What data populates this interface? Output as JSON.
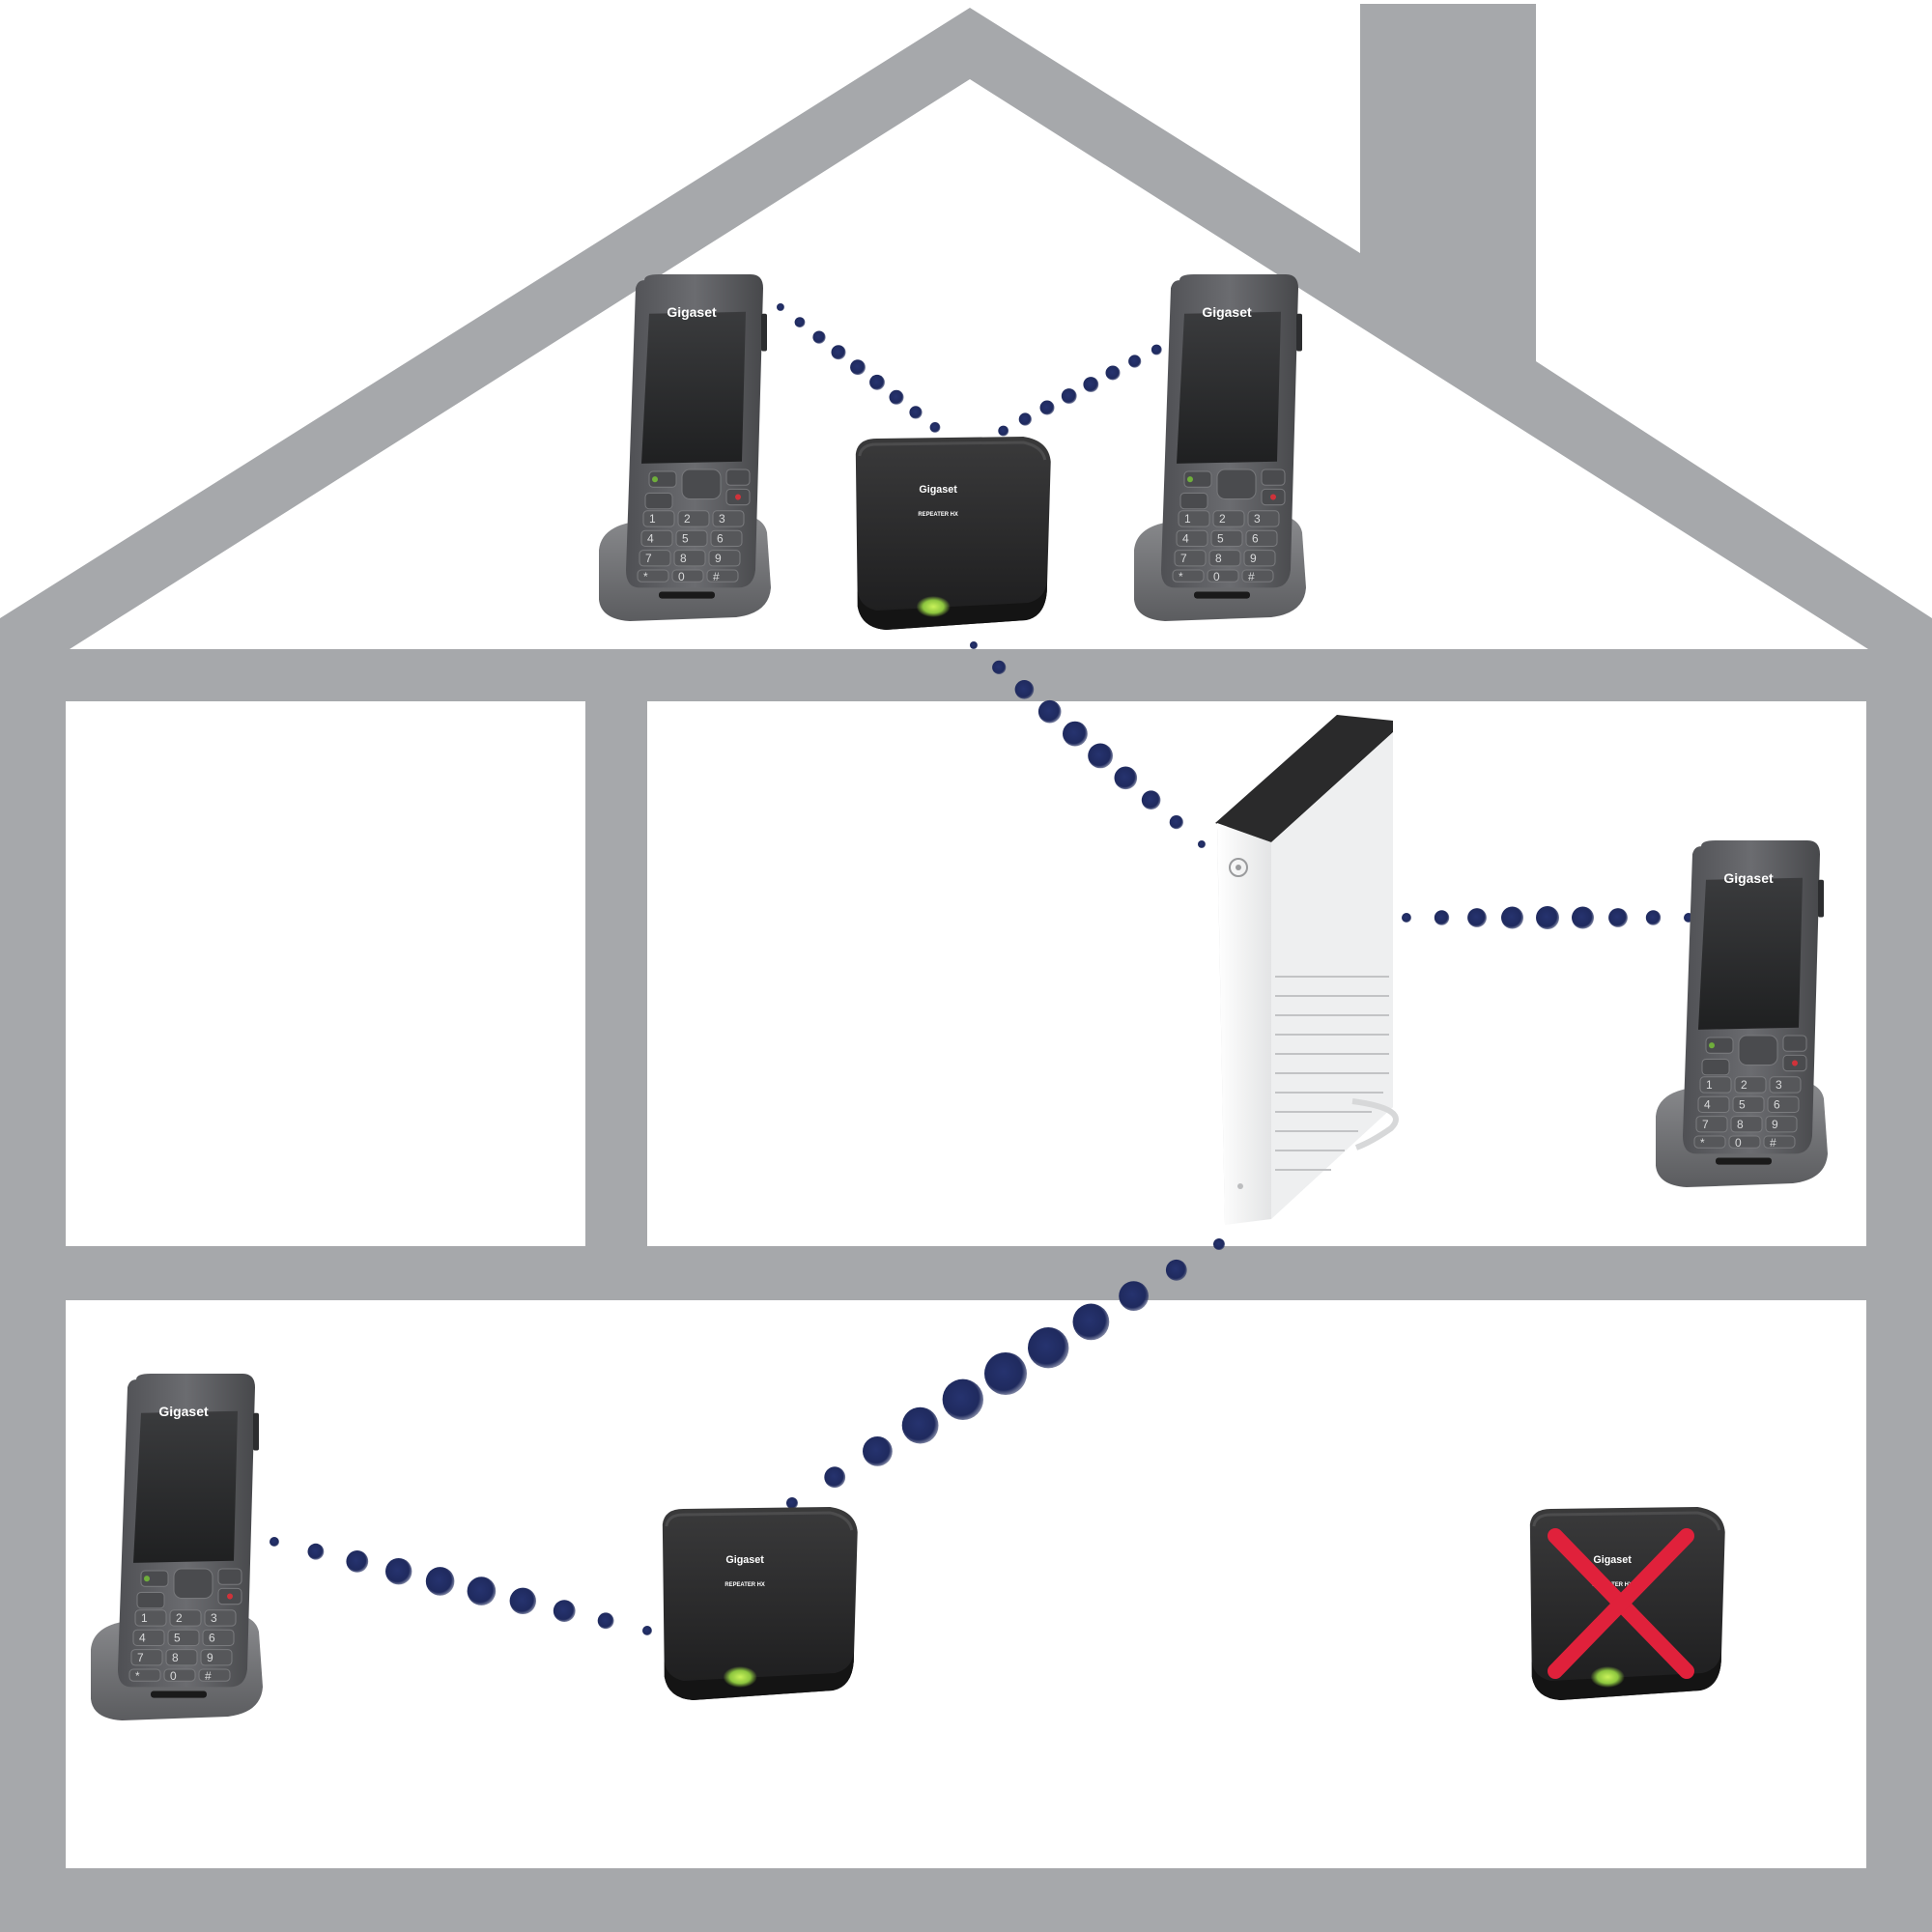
{
  "colors": {
    "house": "#a6a8ab",
    "signal": "#1f2a5e",
    "device_black": "#2a2a2b",
    "handset_body": "#5e5f62",
    "led_green": "#9acd32",
    "cross_red": "#e0213b",
    "base_station": "#f1f2f2"
  },
  "devices": {
    "handset_attic_left": {
      "brand": "Gigaset"
    },
    "repeater_attic": {
      "brand": "Gigaset",
      "model": "REPEATER HX"
    },
    "handset_attic_right": {
      "brand": "Gigaset"
    },
    "base_station": {
      "icon": "router-icon"
    },
    "handset_middle_right": {
      "brand": "Gigaset"
    },
    "handset_ground_left": {
      "brand": "Gigaset"
    },
    "repeater_ground": {
      "brand": "Gigaset",
      "model": "REPEATER HX"
    },
    "repeater_disconnected": {
      "brand": "Gigaset",
      "model": "REPEATER HX",
      "status_icon": "cross-icon"
    }
  },
  "links": [
    {
      "id": "attic-left-handset-to-repeater"
    },
    {
      "id": "attic-right-handset-to-repeater"
    },
    {
      "id": "attic-repeater-to-base"
    },
    {
      "id": "base-to-middle-handset"
    },
    {
      "id": "base-to-ground-repeater"
    },
    {
      "id": "ground-repeater-to-handset"
    }
  ]
}
